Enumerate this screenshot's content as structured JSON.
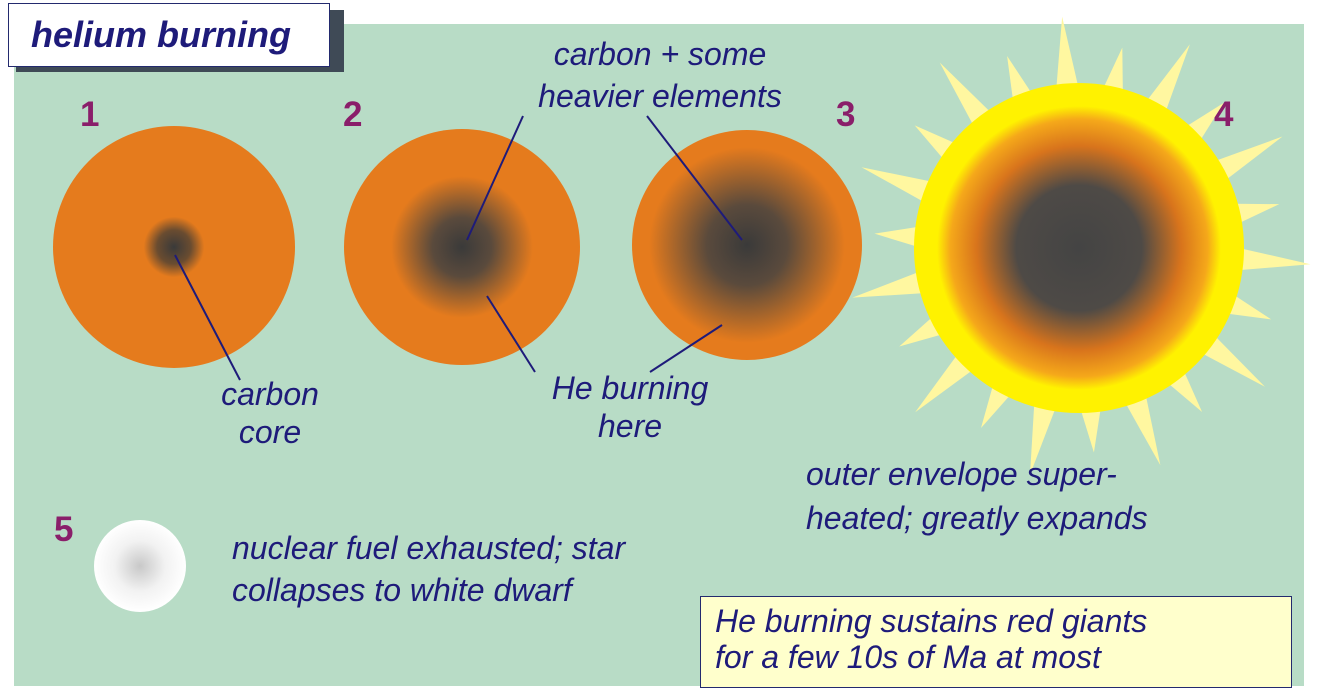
{
  "title": "helium burning",
  "stages": {
    "n1": "1",
    "n2": "2",
    "n3": "3",
    "n4": "4",
    "n5": "5"
  },
  "labels": {
    "carbon_core_line1": "carbon",
    "carbon_core_line2": "core",
    "carbon_heavier_line1": "carbon + some",
    "carbon_heavier_line2": "heavier elements",
    "he_burning_line1": "He burning",
    "he_burning_line2": "here",
    "envelope_line1": "outer envelope super-",
    "envelope_line2": "heated; greatly expands",
    "white_dwarf_line1": "nuclear fuel exhausted; star",
    "white_dwarf_line2": "collapses to white dwarf"
  },
  "note": {
    "line1": "He burning sustains red giants",
    "line2": "for a few 10s of Ma at most"
  },
  "colors": {
    "background": "#b8dcc6",
    "star_orange": "#e57b1d",
    "core_dark": "#3a3a3a",
    "sun_yellow": "#fff200",
    "ray_yellow": "#fff7a0",
    "text_navy": "#1e1b7a",
    "number_purple": "#8a1e6a",
    "note_fill": "#ffffcc"
  }
}
